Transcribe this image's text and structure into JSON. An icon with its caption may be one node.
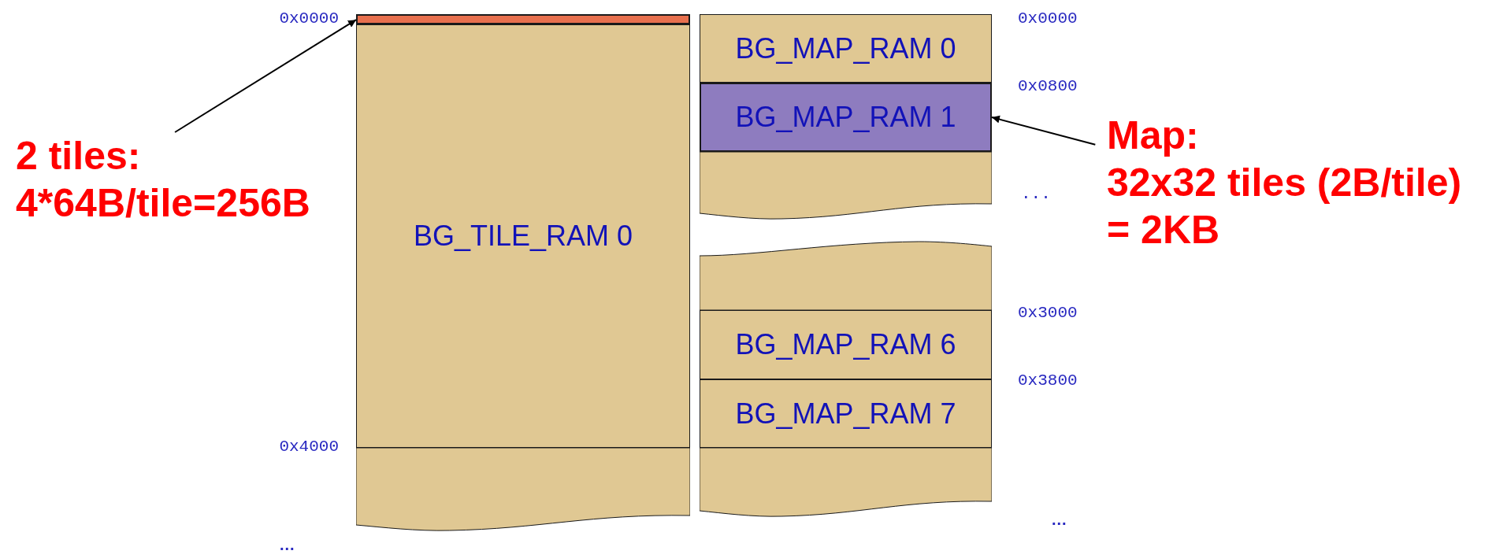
{
  "diagram": {
    "nodes": [
      {
        "text": [
          "2 tiles:",
          "4*64B/tile=256B"
        ]
      },
      {
        "text": [],
        "shape": "bar"
      },
      {
        "text": [
          "BG_TILE_RAM 0"
        ]
      },
      {
        "text": [],
        "shape": "box"
      },
      {
        "text": [
          "BG_MAP_RAM 0"
        ]
      },
      {
        "text": [
          "BG_MAP_RAM 1"
        ]
      },
      {
        "text": [],
        "shape": "box"
      },
      {
        "text": [],
        "shape": "box"
      },
      {
        "text": [
          "BG_MAP_RAM 6"
        ]
      },
      {
        "text": [
          "BG_MAP_RAM 7"
        ]
      },
      {
        "text": [],
        "shape": "box"
      },
      {
        "text": [
          "Map:",
          "32x32 tiles (2B/tile)",
          "= 2KB"
        ]
      }
    ],
    "edges": [
      {
        "from": 0,
        "to": 1,
        "arrow": "to"
      },
      {
        "from": 11,
        "to": 5,
        "arrow": "to"
      }
    ],
    "labels": [
      "0x0000",
      "0x0000",
      "0x0800",
      "...",
      "0x3000",
      "0x3800",
      "0x4000",
      "...",
      "..."
    ]
  }
}
